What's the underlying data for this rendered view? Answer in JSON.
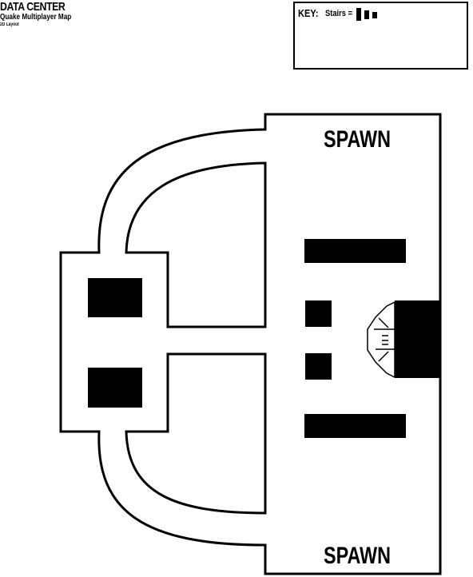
{
  "header": {
    "title": "DATA CENTER",
    "subtitle": "Quake Multiplayer Map",
    "caption": "2D Layout"
  },
  "key": {
    "label": "KEY:",
    "stairs_label": "Stairs ="
  },
  "map": {
    "spawn_top": "SPAWN",
    "spawn_bottom": "SPAWN"
  }
}
